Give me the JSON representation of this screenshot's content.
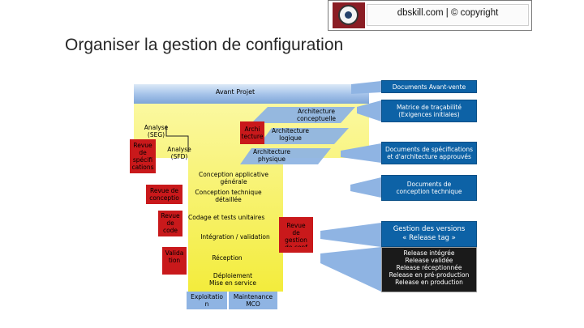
{
  "copyright": "dbskill.com | © copyright",
  "title": "Organiser la gestion de configuration",
  "diagram": {
    "avant_projet": "Avant Projet",
    "arch_conceptuelle": [
      "Architecture",
      "conceptuelle"
    ],
    "arch_logique": [
      "Architecture",
      "logique"
    ],
    "arch_physique": [
      "Architecture",
      "physique"
    ],
    "architecture_box": [
      "Archi",
      "tecture"
    ],
    "analyse_seg": [
      "Analyse",
      "(SEG)"
    ],
    "analyse_sfd": [
      "Analyse",
      "(SFD)"
    ],
    "revue_specs": [
      "Revue",
      "de",
      "spécifi",
      "cations"
    ],
    "revue_conception": [
      "Revue de",
      "conceptio"
    ],
    "revue_code": [
      "Revue",
      "de",
      "code"
    ],
    "validation": [
      "Valida",
      "tion"
    ],
    "revue_gestion": [
      "Revue",
      "de",
      "gestion",
      "de conf"
    ],
    "conception_applicative": [
      "Conception applicative",
      "générale"
    ],
    "conception_technique": [
      "Conception technique",
      "détaillée"
    ],
    "codage": "Codage et tests unitaires",
    "integration": "Intégration / validation",
    "reception": "Réception",
    "deploiement": [
      "Déploiement",
      "Mise en service"
    ],
    "exploitation": [
      "Exploitatio",
      "n"
    ],
    "maintenance": [
      "Maintenance",
      "MCO"
    ]
  },
  "outputs": {
    "documents_avant_vente": "Documents Avant-vente",
    "matrice": [
      "Matrice de traçabilité",
      "(Exigences initiales)"
    ],
    "documents_specs": [
      "Documents de spécifications",
      "et d'architecture approuvés"
    ],
    "documents_conception": [
      "Documents de",
      "conception technique"
    ],
    "gestion_versions": [
      "Gestion des versions",
      "« Release tag »"
    ],
    "releases": [
      "Release intégrée",
      "Release validée",
      "Release réceptionnée",
      "Release en pré-production",
      "Release en production"
    ]
  },
  "colors": {
    "blue_band": "#8fb4e3",
    "yellow": "#f7f04a",
    "red_box": "#c9191b",
    "right_blue": "#0d62a6",
    "arrow_blue": "#8fb4e3"
  }
}
